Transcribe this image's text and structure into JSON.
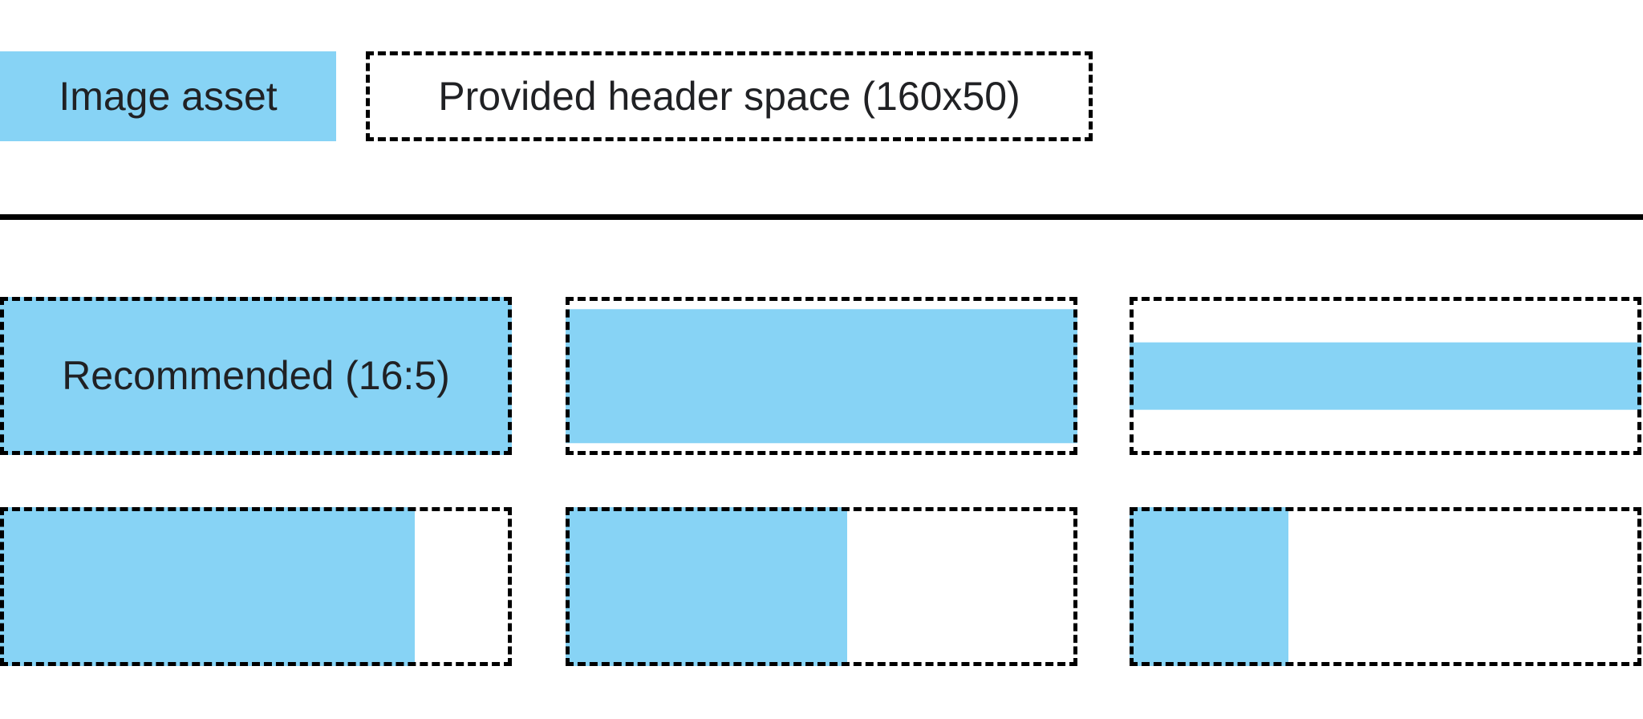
{
  "page": {
    "background": "#ffffff"
  },
  "colors": {
    "asset_blue": "#87D3F5",
    "line_black": "#000000",
    "text": "#202124"
  },
  "legend": {
    "asset_label": "Image asset",
    "header_space_label": "Provided header space (160x50)"
  },
  "examples": [
    {
      "label": "Recommended (16:5)",
      "fill": {
        "width_pct": 100,
        "height_pct": 100,
        "v_align": "top"
      }
    },
    {
      "label": "",
      "fill": {
        "width_pct": 100,
        "height_pct": 85,
        "v_align": "center"
      }
    },
    {
      "label": "",
      "fill": {
        "width_pct": 100,
        "height_pct": 43,
        "v_align": "center"
      }
    },
    {
      "label": "",
      "fill": {
        "width_pct": 81,
        "height_pct": 100,
        "v_align": "top"
      }
    },
    {
      "label": "",
      "fill": {
        "width_pct": 55,
        "height_pct": 100,
        "v_align": "top"
      }
    },
    {
      "label": "",
      "fill": {
        "width_pct": 31,
        "height_pct": 100,
        "v_align": "top"
      }
    }
  ]
}
